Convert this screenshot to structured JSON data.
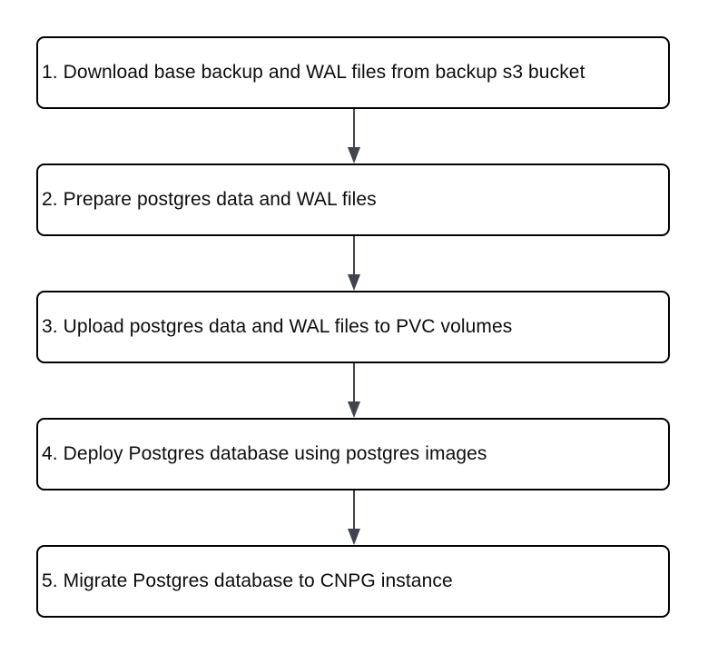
{
  "diagram": {
    "type": "flowchart",
    "direction": "top-down",
    "steps": [
      {
        "label": "1. Download base backup and WAL files from backup s3 bucket"
      },
      {
        "label": "2. Prepare postgres data and WAL files"
      },
      {
        "label": "3. Upload postgres data and WAL files to PVC volumes"
      },
      {
        "label": "4. Deploy Postgres database using postgres images"
      },
      {
        "label": "5. Migrate Postgres database to CNPG instance"
      }
    ]
  },
  "colors": {
    "background": "#ffffff",
    "box_border": "#000000",
    "box_fill": "#ffffff",
    "text": "#0d0d0d",
    "arrow": "#3f4450"
  }
}
